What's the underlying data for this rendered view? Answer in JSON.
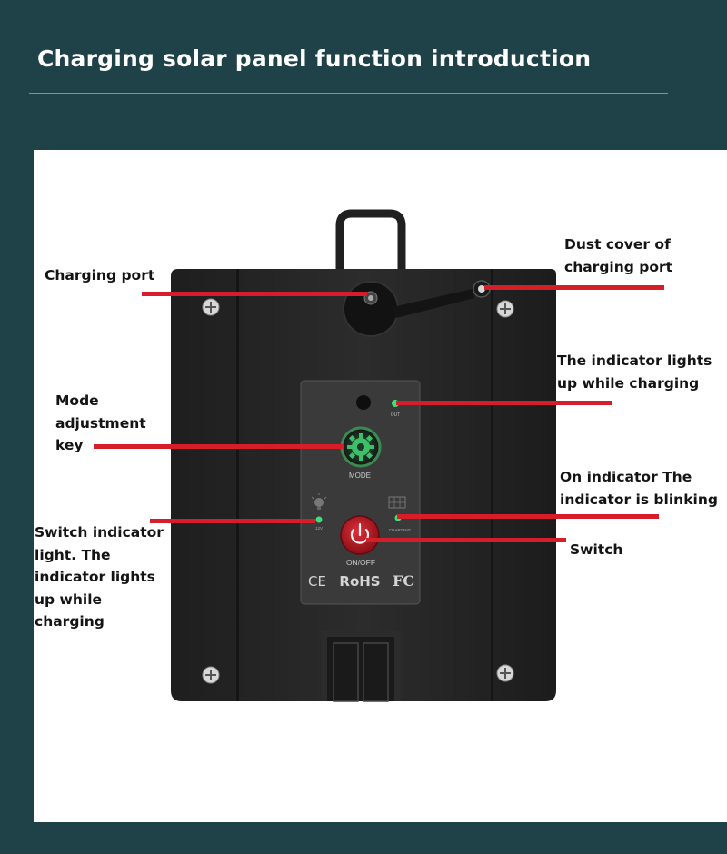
{
  "header": {
    "title": "Charging solar panel function introduction"
  },
  "device": {
    "mode_label": "MODE",
    "on_off_label": "ON/OFF",
    "out_label": "OUT",
    "lamp_label": "12V",
    "charging_label": "CHARGING",
    "cert_ce": "CE",
    "cert_rohs": "RoHS",
    "cert_fc": "FC"
  },
  "callouts": {
    "charging_port": "Charging port",
    "dust_cover_line1": "Dust cover of",
    "dust_cover_line2": "charging port",
    "indicator_charging_line1": "The indicator lights",
    "indicator_charging_line2": "up while charging",
    "mode_key_line1": "Mode",
    "mode_key_line2": "adjustment",
    "mode_key_line3": "key",
    "on_indicator_line1": "On indicator The",
    "on_indicator_line2": "indicator is blinking",
    "switch_indicator_line1": "Switch indicator",
    "switch_indicator_line2": "light. The",
    "switch_indicator_line3": "indicator lights",
    "switch_indicator_line4": "up while",
    "switch_indicator_line5": "charging",
    "switch": "Switch"
  },
  "colors": {
    "background": "#1e4248",
    "leader_line": "#d51e2a",
    "indicator_led": "#3ee07a",
    "power_button": "#c0161e",
    "device_body": "#262626"
  }
}
